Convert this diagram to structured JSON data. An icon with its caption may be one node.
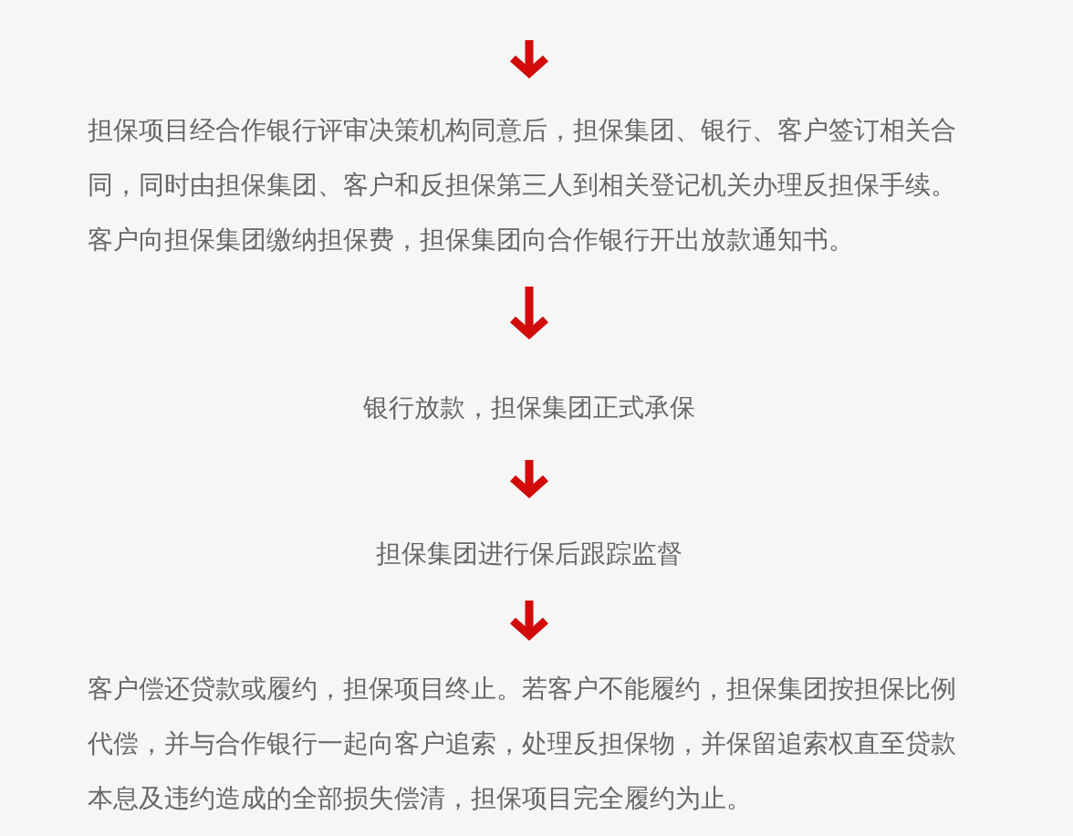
{
  "diagram": {
    "nodes": [
      {
        "text": [
          "担保项目经合作银行评审决策机构同意后，担保集团、银行、客户签订相关合同，同时由担保集团、客户和反担保第三人到相关登记机关办理反担保手续。客户向担保集团缴纳担保费，担保集团向合作银行开出放款通知书。"
        ]
      },
      {
        "text": [
          "银行放款，担保集团正式承保"
        ]
      },
      {
        "text": [
          "担保集团进行保后跟踪监督"
        ]
      },
      {
        "text": [
          "客户偿还贷款或履约，担保项目终止。若客户不能履约，担保集团按担保比例代偿，并与合作银行一起向客户追索，处理反担保物，并保留追索权直至贷款本息及违约造成的全部损失偿清，担保项目完全履约为止。"
        ]
      }
    ],
    "edges": [
      {
        "from": null,
        "to": 0,
        "arrow": "to"
      },
      {
        "from": 0,
        "to": 1,
        "arrow": "to"
      },
      {
        "from": 1,
        "to": 2,
        "arrow": "to"
      },
      {
        "from": 2,
        "to": 3,
        "arrow": "to"
      }
    ]
  }
}
